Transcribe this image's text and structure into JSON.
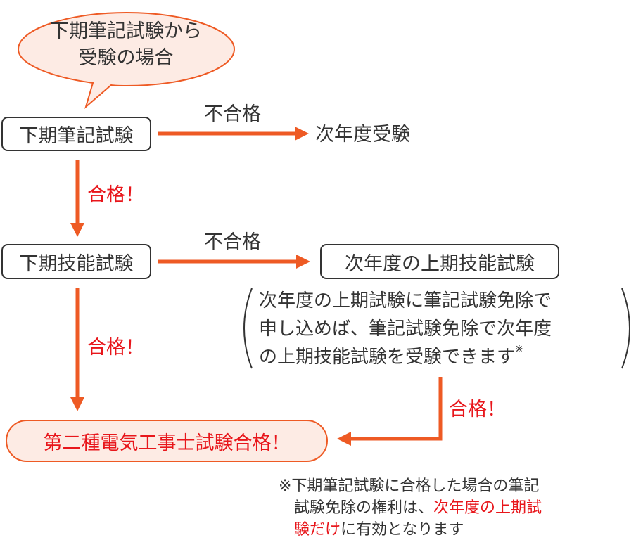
{
  "bubble": {
    "line1": "下期筆記試験から",
    "line2": "受験の場合"
  },
  "boxes": {
    "written_exam": "下期筆記試験",
    "skill_exam": "下期技能試験",
    "next_year_skill": "次年度の上期技能試験",
    "final": "第二種電気工事士試験合格！"
  },
  "labels": {
    "fail_1": "不合格",
    "fail_2": "不合格",
    "next_year_exam": "次年度受験",
    "pass_1": "合格！",
    "pass_2": "合格！",
    "pass_3": "合格！"
  },
  "note": {
    "line1": "次年度の上期試験に筆記試験免除で",
    "line2": "申し込めば、筆記試験免除で次年度",
    "line3": "の上期技能試験を受験できます",
    "mark": "※"
  },
  "footnote": {
    "line1": "※下期筆記試験に合格した場合の筆記",
    "line2": "試験免除の権利は、",
    "line2_highlight": "次年度の上期試",
    "line3_highlight": "験だけ",
    "line3": "に有効となります"
  },
  "colors": {
    "accent": "#ee5a24",
    "bubble_fill": "#fdebe4",
    "highlight_text": "#e8161b",
    "text": "#333333"
  }
}
